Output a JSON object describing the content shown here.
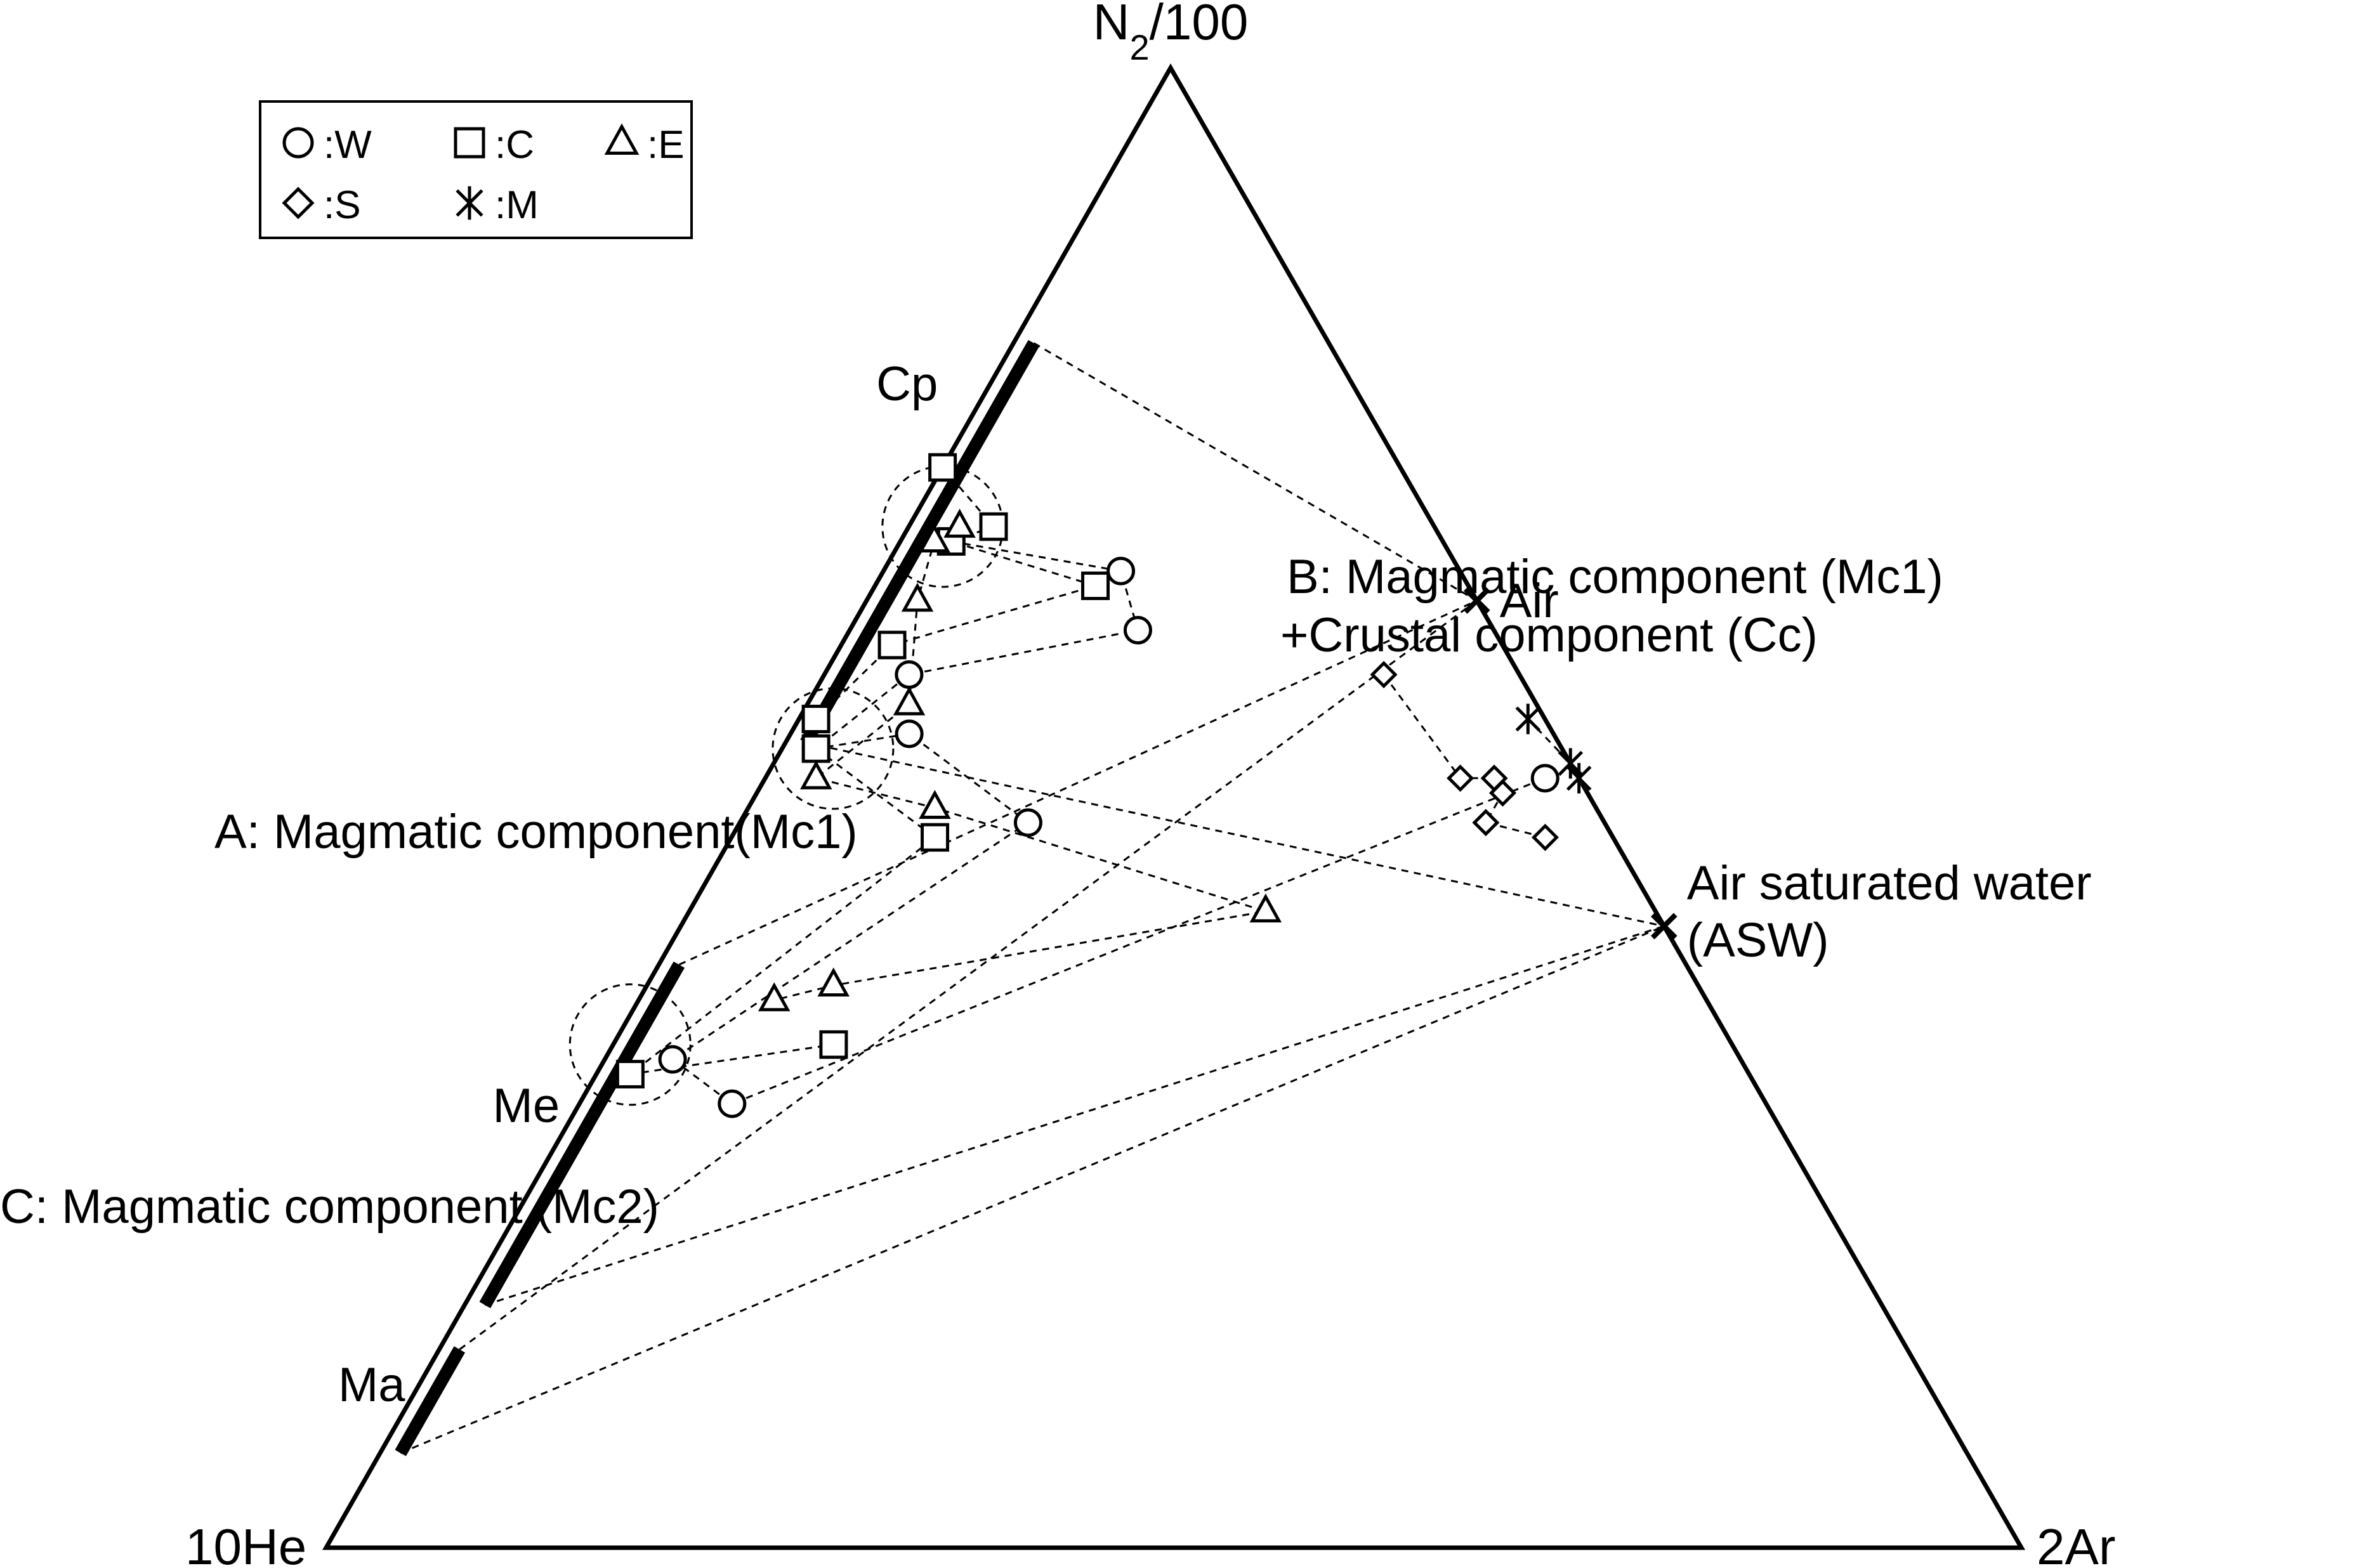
{
  "chart_data": {
    "type": "scatter",
    "projection": "ternary",
    "vertices": {
      "top": {
        "label": "N",
        "sub": "2",
        "suffix": "/100"
      },
      "left": {
        "label": "10He"
      },
      "right": {
        "label": "2Ar"
      }
    },
    "legend": {
      "placement": "top-left",
      "entries": [
        {
          "marker": "circle",
          "label": ":W"
        },
        {
          "marker": "square",
          "label": ":C"
        },
        {
          "marker": "triangle",
          "label": ":E"
        },
        {
          "marker": "diamond",
          "label": ":S"
        },
        {
          "marker": "asterisk",
          "label": ":M"
        }
      ]
    },
    "axis_fields": [
      {
        "label": "Cp",
        "edge_range": [
          0.18,
          0.45
        ]
      },
      {
        "label": "Me",
        "edge_range": [
          0.6,
          0.83
        ]
      },
      {
        "label": "Ma",
        "edge_range": [
          0.86,
          0.93
        ]
      }
    ],
    "references": [
      {
        "label": "Air",
        "point": [
          0.0,
          0.64,
          0.36
        ]
      },
      {
        "label": "Air saturated water",
        "label2": "(ASW)",
        "point": [
          0.0,
          0.42,
          0.58
        ]
      }
    ],
    "annotations": [
      {
        "lines": [
          "A: Magmatic component(Mc1)"
        ],
        "cluster": [
          0.43,
          0.54,
          0.03
        ]
      },
      {
        "lines": [
          "B: Magmatic component (Mc1)",
          "+Crustal component (Cc)"
        ],
        "cluster": [
          0.29,
          0.69,
          0.02
        ]
      },
      {
        "lines": [
          "C: Magmatic component (Mc2)"
        ],
        "cluster": [
          0.65,
          0.34,
          0.01
        ]
      }
    ],
    "series": [
      {
        "name": ":W",
        "marker": "circle",
        "points": [
          [
            0.29,
            0.68,
            0.03
          ],
          [
            0.2,
            0.66,
            0.14
          ],
          [
            0.21,
            0.62,
            0.17
          ],
          [
            0.36,
            0.59,
            0.05
          ],
          [
            0.44,
            0.54,
            0.02
          ],
          [
            0.38,
            0.55,
            0.07
          ],
          [
            0.34,
            0.49,
            0.17
          ],
          [
            0.63,
            0.33,
            0.04
          ],
          [
            0.61,
            0.3,
            0.09
          ],
          [
            0.02,
            0.52,
            0.46
          ]
        ]
      },
      {
        "name": ":C",
        "marker": "square",
        "points": [
          [
            0.27,
            0.73,
            0.0
          ],
          [
            0.26,
            0.69,
            0.05
          ],
          [
            0.29,
            0.68,
            0.03
          ],
          [
            0.22,
            0.65,
            0.13
          ],
          [
            0.36,
            0.61,
            0.03
          ],
          [
            0.43,
            0.56,
            0.01
          ],
          [
            0.44,
            0.54,
            0.02
          ],
          [
            0.4,
            0.48,
            0.12
          ],
          [
            0.66,
            0.32,
            0.02
          ],
          [
            0.53,
            0.34,
            0.13
          ]
        ]
      },
      {
        "name": ":E",
        "marker": "triangle",
        "points": [
          [
            0.28,
            0.69,
            0.03
          ],
          [
            0.3,
            0.68,
            0.02
          ],
          [
            0.33,
            0.64,
            0.03
          ],
          [
            0.37,
            0.57,
            0.06
          ],
          [
            0.45,
            0.52,
            0.03
          ],
          [
            0.39,
            0.5,
            0.11
          ],
          [
            0.23,
            0.43,
            0.34
          ],
          [
            0.51,
            0.38,
            0.11
          ],
          [
            0.55,
            0.37,
            0.08
          ]
        ]
      },
      {
        "name": ":S",
        "marker": "diamond",
        "points": [
          [
            0.08,
            0.59,
            0.33
          ],
          [
            0.07,
            0.52,
            0.41
          ],
          [
            0.05,
            0.52,
            0.43
          ],
          [
            0.05,
            0.51,
            0.44
          ],
          [
            0.07,
            0.49,
            0.44
          ],
          [
            0.04,
            0.48,
            0.48
          ]
        ]
      },
      {
        "name": ":M",
        "marker": "asterisk",
        "points": [
          [
            0.01,
            0.56,
            0.43
          ],
          [
            0.0,
            0.53,
            0.47
          ],
          [
            0.0,
            0.52,
            0.48
          ]
        ]
      }
    ]
  }
}
